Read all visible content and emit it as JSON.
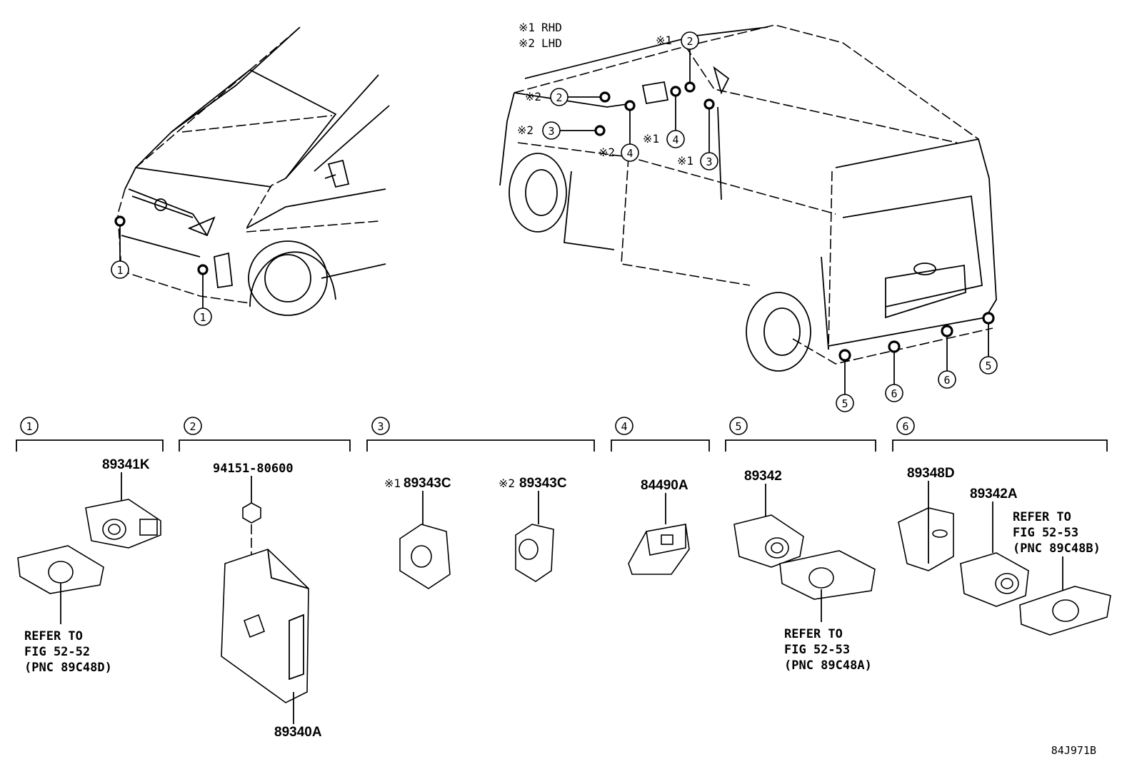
{
  "diagram": {
    "legend": [
      {
        "mark": "※1",
        "text": "RHD"
      },
      {
        "mark": "※2",
        "text": "LHD"
      }
    ],
    "callout_marks": {
      "rhd": "※1",
      "lhd": "※2"
    },
    "locations": {
      "front_left": "1",
      "front_right": "1",
      "cab_top": "2",
      "cab_left_2": "2",
      "cab_left_3": "3",
      "cab_right_3": "3",
      "cab_mid_4": "4",
      "cab_left_4": "4",
      "rear_left": "5",
      "rear_right": "5",
      "rear_mid_left": "6",
      "rear_mid_right": "6"
    },
    "groups": [
      {
        "index": "1"
      },
      {
        "index": "2"
      },
      {
        "index": "3"
      },
      {
        "index": "4"
      },
      {
        "index": "5"
      },
      {
        "index": "6"
      }
    ],
    "parts": {
      "p89341K": "89341K",
      "p94151": "94151-80600",
      "p89340A": "89340A",
      "p89343C_rhd": "89343C",
      "p89343C_lhd": "89343C",
      "p84490A": "84490A",
      "p89342": "89342",
      "p89348D": "89348D",
      "p89342A": "89342A"
    },
    "refers": {
      "g1": [
        "REFER TO",
        "FIG 52-52",
        "(PNC 89C48D)"
      ],
      "g5": [
        "REFER TO",
        "FIG 52-53",
        "(PNC 89C48A)"
      ],
      "g6": [
        "REFER TO",
        "FIG 52-53",
        "(PNC 89C48B)"
      ]
    },
    "figure_code": "84J971B"
  }
}
